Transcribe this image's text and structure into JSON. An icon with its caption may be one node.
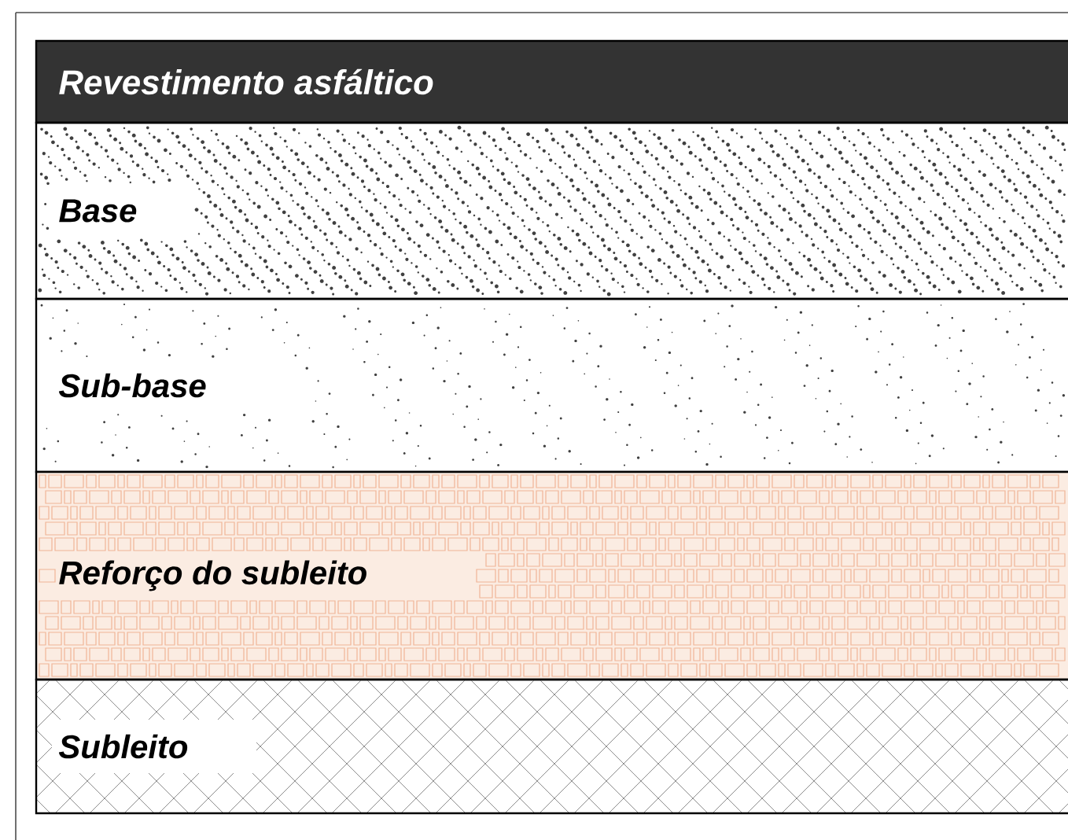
{
  "diagram": {
    "nodes": [
      {
        "text": [
          "Revestimento asfáltico"
        ]
      },
      {
        "text": [
          "Base"
        ]
      },
      {
        "text": [
          "Sub-base"
        ]
      },
      {
        "text": [
          "Reforço do subleito"
        ]
      },
      {
        "text": [
          "Subleito"
        ]
      }
    ]
  }
}
